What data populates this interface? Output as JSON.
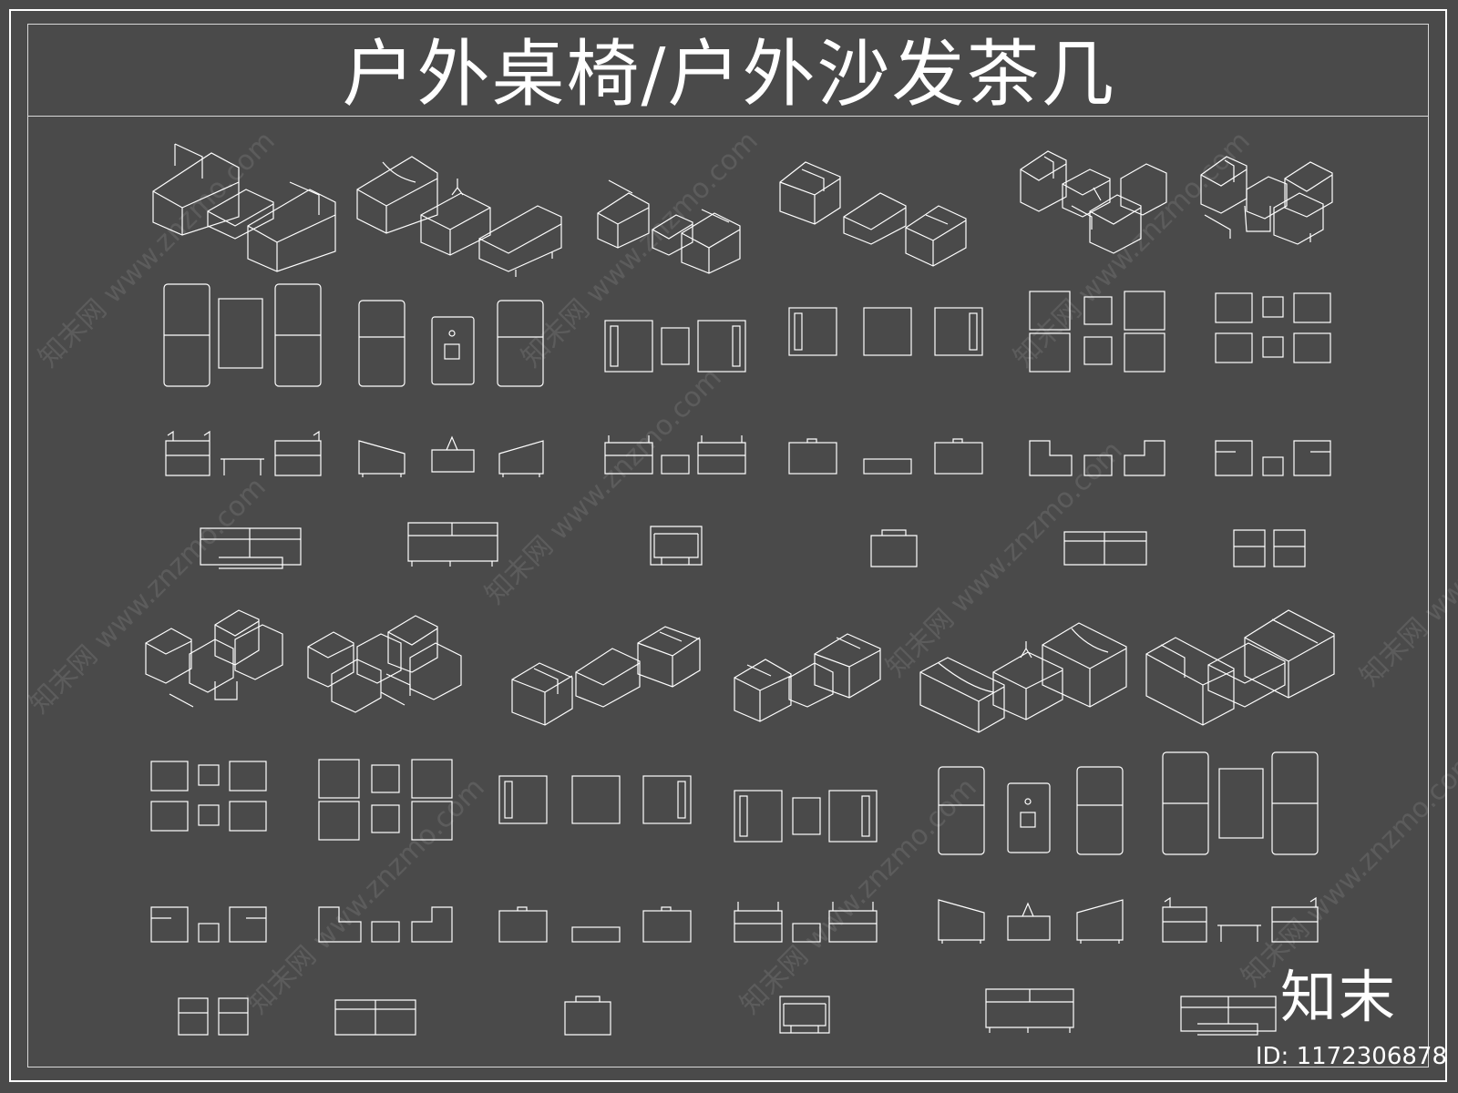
{
  "title": "户外桌椅/户外沙发茶几",
  "watermark": "知末网 www.znzmo.com",
  "brand_mark": "知末",
  "id_label": "ID: 1172306878",
  "colors": {
    "background": "#4a4a4a",
    "line": "#ffffff",
    "frame": "#d8d8d8"
  }
}
